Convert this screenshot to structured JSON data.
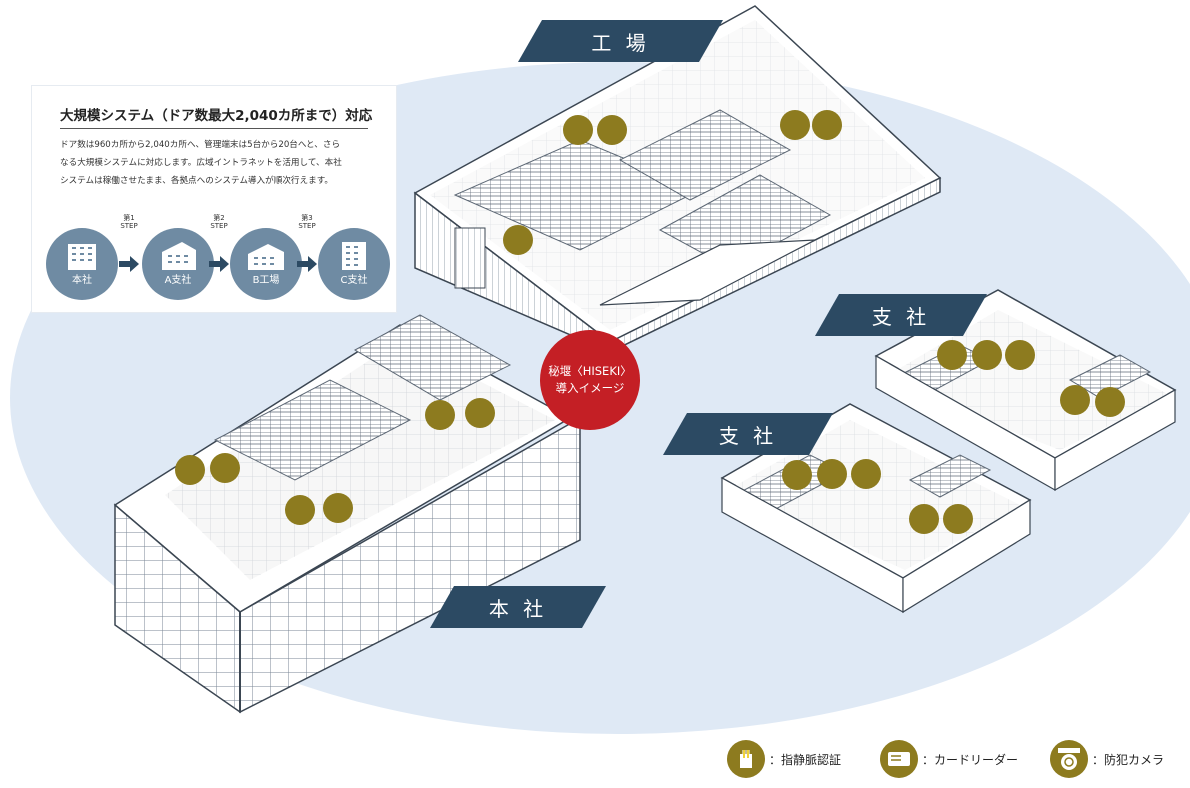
{
  "labels": {
    "factory": "工 場",
    "headquarters": "本 社",
    "branch_a": "支 社",
    "branch_b": "支 社"
  },
  "center": {
    "line1": "秘堰〈HISEKI〉",
    "line2": "導入イメージ"
  },
  "info_box": {
    "title": "大規模システム（ドア数最大2,040カ所まで）対応",
    "description_line1": "ドア数は960カ所から2,040カ所へ、管理端末は5台から20台へと、さら",
    "description_line2": "なる大規模システムに対応します。広域イントラネットを活用して、本社",
    "description_line3": "システムは稼働させたまま、各拠点へのシステム導入が順次行えます。",
    "steps": [
      {
        "label": "本社"
      },
      {
        "label": "A支社"
      },
      {
        "label": "B工場"
      },
      {
        "label": "C支社"
      }
    ],
    "step_tags": [
      {
        "line1": "第1",
        "line2": "STEP"
      },
      {
        "line1": "第2",
        "line2": "STEP"
      },
      {
        "line1": "第3",
        "line2": "STEP"
      }
    ]
  },
  "legend": {
    "fingerprint": "：指静脈認証",
    "card_reader": "：カードリーダー",
    "camera": "：防犯カメラ"
  },
  "colors": {
    "navy": "#2c4a63",
    "gold": "#8d7b1f",
    "red": "#c41f25",
    "ellipse": "#dfe9f5",
    "step_blue": "#6f8ba3"
  }
}
